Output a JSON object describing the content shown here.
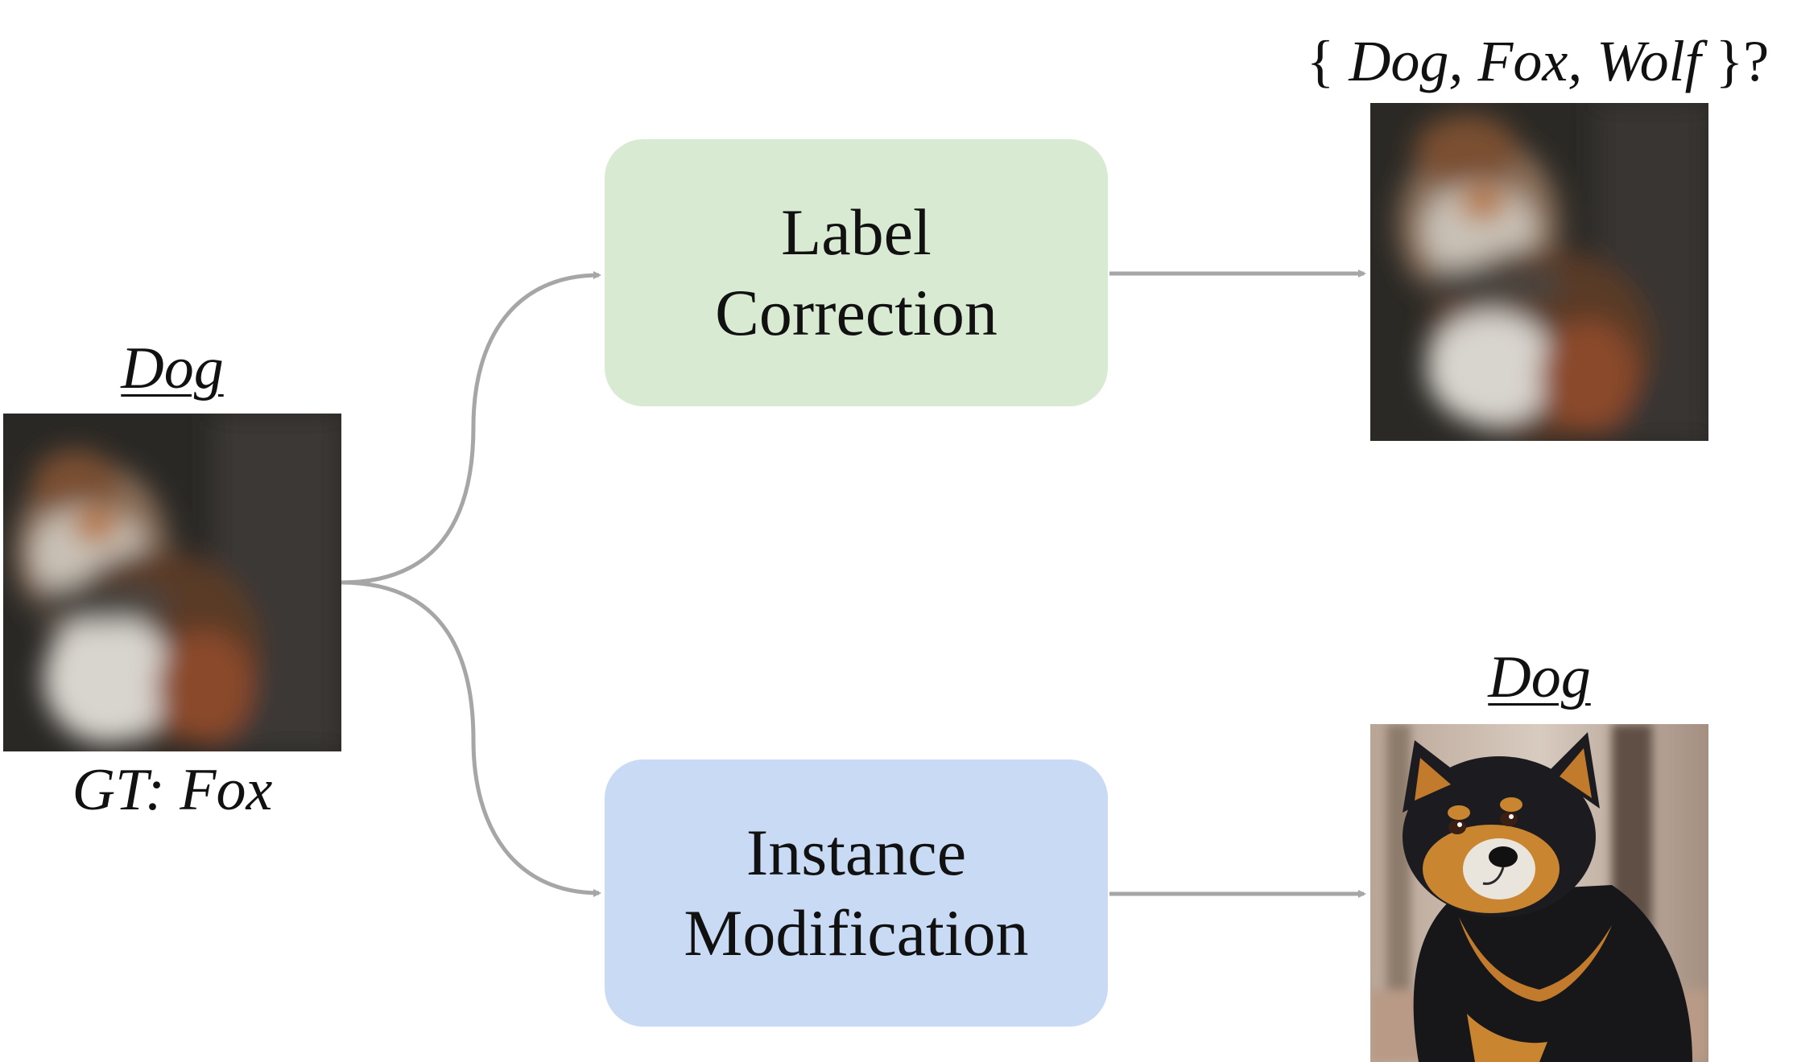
{
  "colors": {
    "label_correction_box": "#d9ead3",
    "instance_modification_box": "#c9daf5",
    "arrow": "#a6a6a6",
    "text": "#111111"
  },
  "input": {
    "label": "Dog",
    "ground_truth": "GT: Fox"
  },
  "label_correction": {
    "line1": "Label",
    "line2": "Correction",
    "output_open": "{",
    "output_candidates": "Dog, Fox, Wolf",
    "output_close": "}?"
  },
  "instance_modification": {
    "line1": "Instance",
    "line2": "Modification",
    "output_label": "Dog"
  }
}
